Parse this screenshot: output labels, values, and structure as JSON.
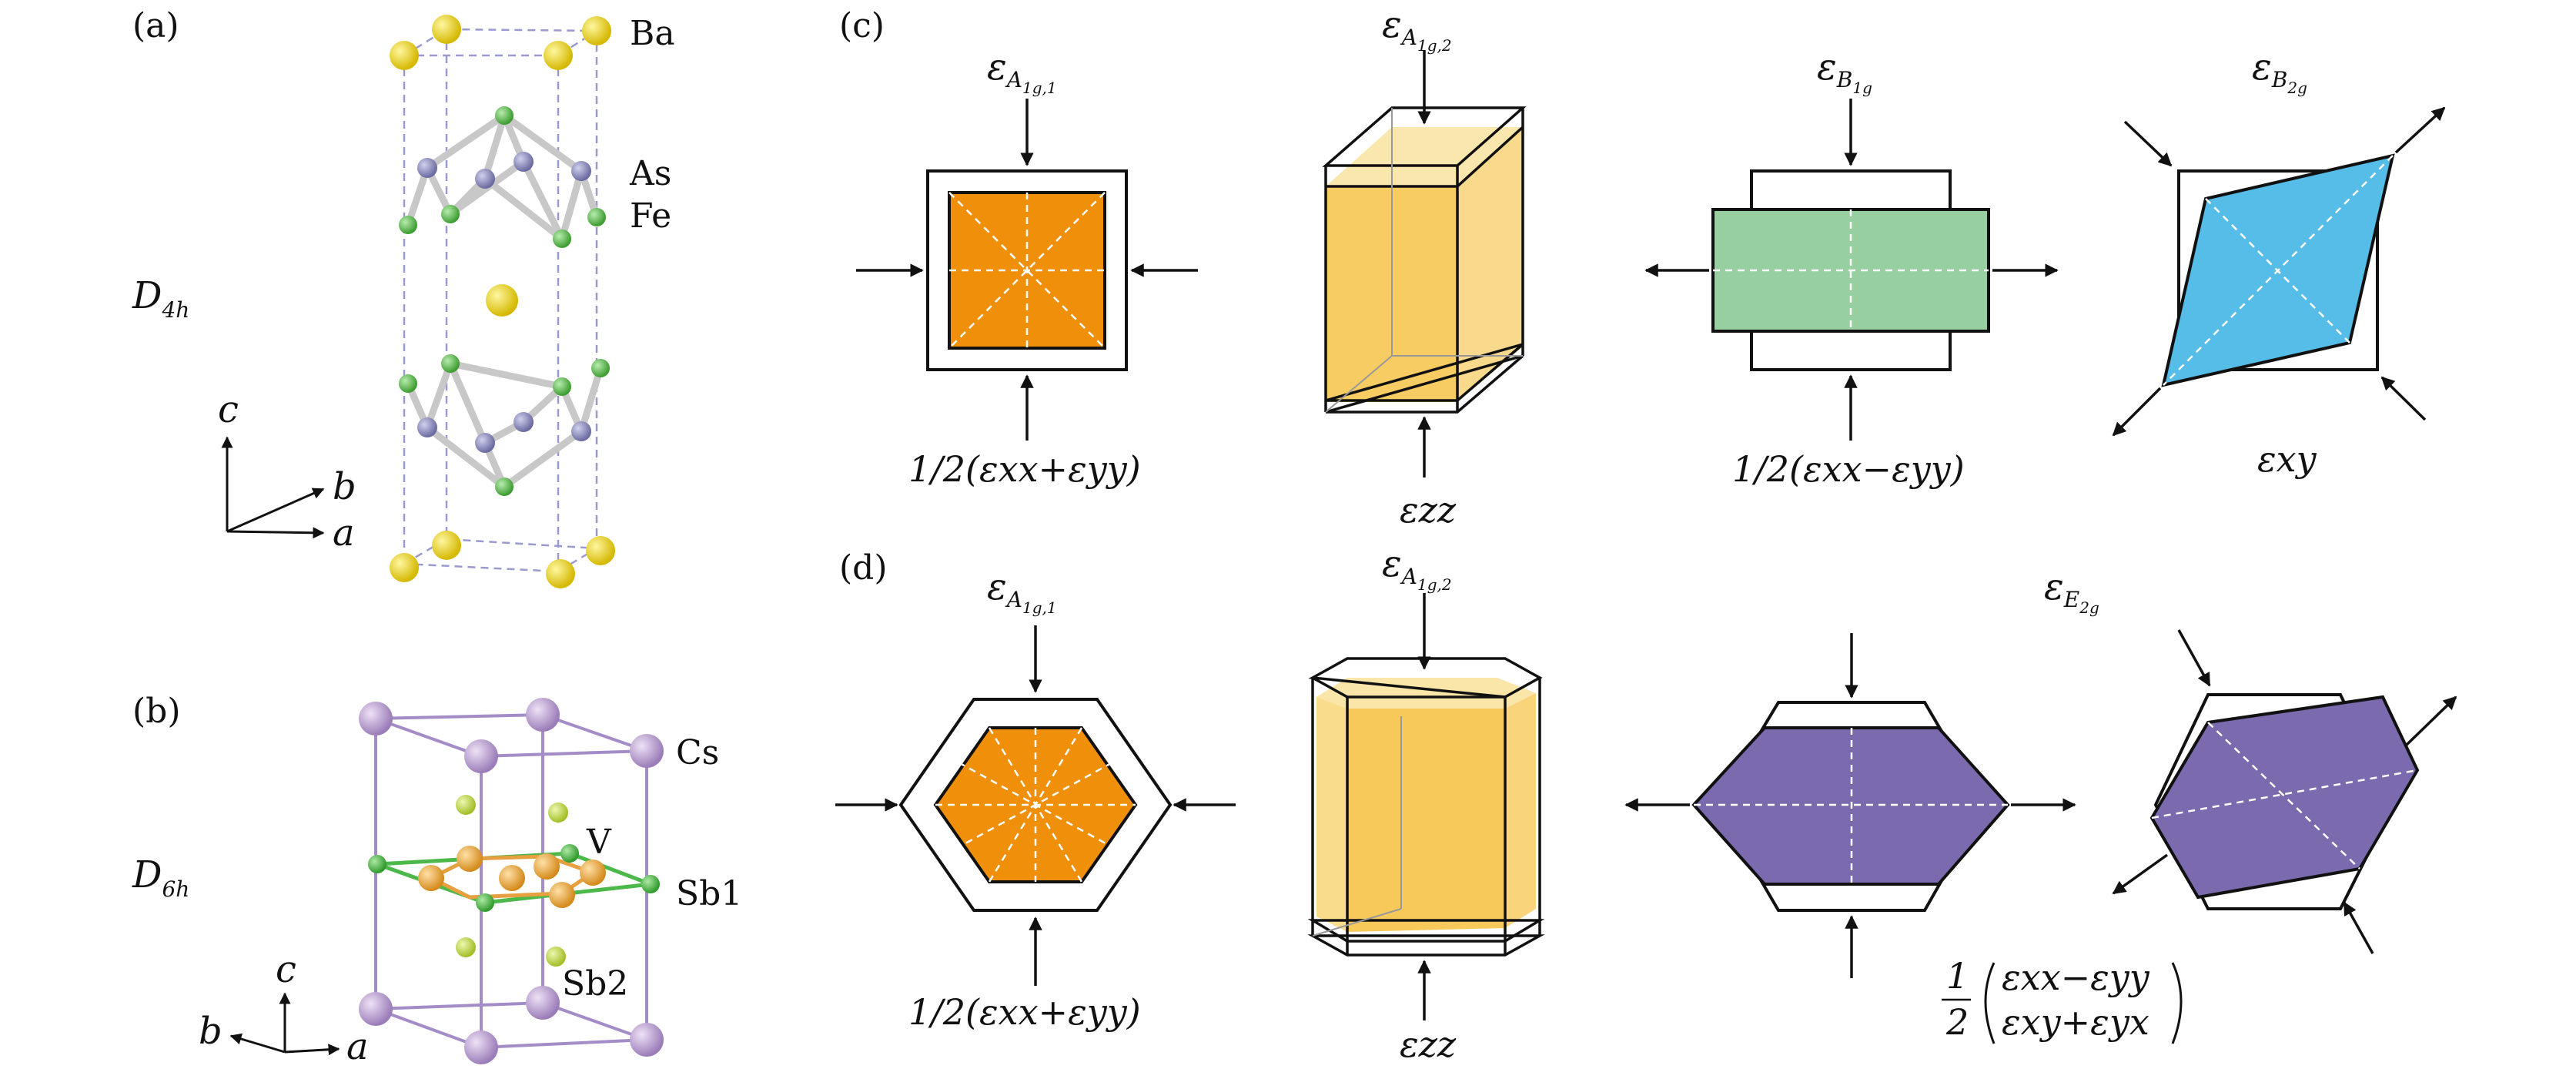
{
  "panels": {
    "a": {
      "label": "(a)",
      "symmetry": "D",
      "symmetry_sub": "4h",
      "atoms": [
        "Ba",
        "As",
        "Fe"
      ],
      "axes": [
        "c",
        "b",
        "a"
      ]
    },
    "b": {
      "label": "(b)",
      "symmetry": "D",
      "symmetry_sub": "6h",
      "atoms": [
        "Cs",
        "V",
        "Sb1",
        "Sb2"
      ],
      "axes": [
        "c",
        "b",
        "a"
      ]
    },
    "c": {
      "label": "(c)",
      "modes": [
        {
          "eps": "ε",
          "sub": "A",
          "subsub": "1g,1",
          "formula": "1/2(εxx+εyy)"
        },
        {
          "eps": "ε",
          "sub": "A",
          "subsub": "1g,2",
          "formula": "εzz"
        },
        {
          "eps": "ε",
          "sub": "B",
          "subsub": "1g",
          "formula": "1/2(εxx−εyy)"
        },
        {
          "eps": "ε",
          "sub": "B",
          "subsub": "2g",
          "formula": "εxy"
        }
      ]
    },
    "d": {
      "label": "(d)",
      "modes": [
        {
          "eps": "ε",
          "sub": "A",
          "subsub": "1g,1",
          "formula": "1/2(εxx+εyy)"
        },
        {
          "eps": "ε",
          "sub": "A",
          "subsub": "1g,2",
          "formula": "εzz"
        },
        {
          "eps": "ε",
          "sub": "E",
          "subsub": "2g",
          "formula_fraction": "1/2",
          "formula_row1": "εxx−εyy",
          "formula_row2": "εxy+εyx"
        }
      ]
    }
  },
  "colors": {
    "orange": "#f0900a",
    "yellow": "#f7c95a",
    "green": "#97cfa0",
    "blue": "#56bde8",
    "purple": "#7c6aae",
    "ba_atom": "#e8d21a",
    "as_atom": "#8c8cbf",
    "fe_atom": "#5bbf4f",
    "cs_atom": "#c0a6d6",
    "v_atom": "#efa73c",
    "sb1_atom": "#4cb84a",
    "sb2_atom": "#bfd84a",
    "cell_line": "#a090c0"
  }
}
